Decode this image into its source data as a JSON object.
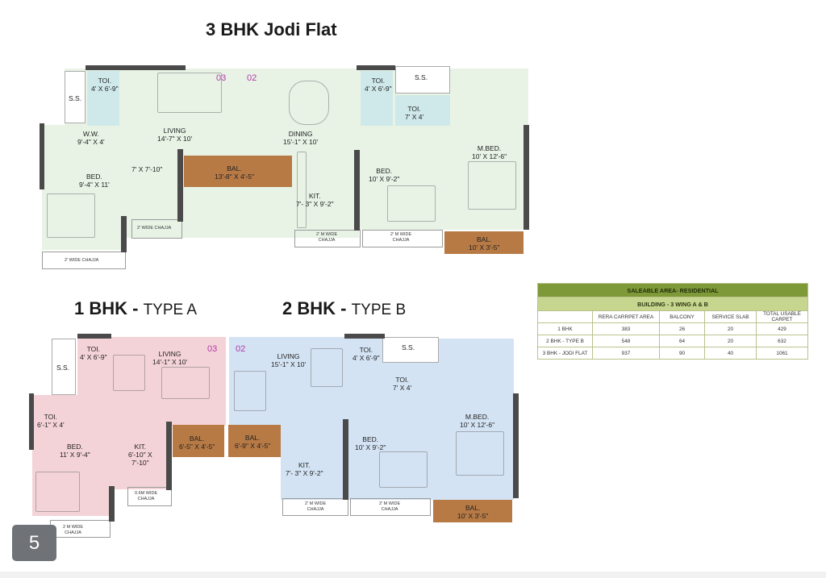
{
  "titles": {
    "jodi": "3 BHK Jodi Flat",
    "one_bhk_main": "1 BHK -",
    "one_bhk_sub": "TYPE A",
    "two_bhk_main": "2 BHK -",
    "two_bhk_sub": "TYPE B"
  },
  "jodi_plan": {
    "unit_03": "03",
    "unit_02": "02",
    "rooms": {
      "toi1": {
        "name": "TOI.",
        "dim": "4' X 6'-9\""
      },
      "ss1": {
        "name": "S.S."
      },
      "ww": {
        "name": "W.W.",
        "dim": "9'-4\" X 4'"
      },
      "living": {
        "name": "LIVING",
        "dim": "14'-7\" X 10'"
      },
      "passage": {
        "dim": "7' X 7'-10\""
      },
      "bed1": {
        "name": "BED.",
        "dim": "9'-4\" X 11'"
      },
      "bal1": {
        "name": "BAL.",
        "dim": "13'-8\" X 4'-5\""
      },
      "dining": {
        "name": "DINING",
        "dim": "15'-1\" X 10'"
      },
      "kit": {
        "name": "KIT.",
        "dim": "7'- 3\" X 9'-2\""
      },
      "toi2": {
        "name": "TOI.",
        "dim": "4' X 6'-9\""
      },
      "ss2": {
        "name": "S.S."
      },
      "toi3": {
        "name": "TOI.",
        "dim": "7' X 4'"
      },
      "bed2": {
        "name": "BED.",
        "dim": "10' X 9'-2\""
      },
      "mbed": {
        "name": "M.BED.",
        "dim": "10' X 12'-6\""
      },
      "bal2": {
        "name": "BAL.",
        "dim": "10' X 3'-5\""
      }
    },
    "chajja": {
      "c1": "2' WIDE CHAJJA",
      "c2": "2' WIDE CHAJJA",
      "c3": "2' M WIDE\nCHAJJA",
      "c4": "2' M WIDE\nCHAJJA"
    }
  },
  "one_bhk_plan": {
    "unit": "03",
    "rooms": {
      "toi1": {
        "name": "TOI.",
        "dim": "4' X 6'-9\""
      },
      "ss": {
        "name": "S.S."
      },
      "living": {
        "name": "LIVING",
        "dim": "14'-1\" X 10'"
      },
      "toi2": {
        "name": "TOI.",
        "dim": "6'-1\" X 4'"
      },
      "bed": {
        "name": "BED.",
        "dim": "11' X 9'-4\""
      },
      "kit": {
        "name": "KIT.",
        "dim1": "6'-10\" X",
        "dim2": "7'-10\""
      },
      "bal": {
        "name": "BAL.",
        "dim": "6'-5\" X 4'-5\""
      }
    },
    "chajja": {
      "c1": "0.6M WIDE\nCHAJJA",
      "c2": "2 M WIDE\nCHAJJA"
    }
  },
  "two_bhk_plan": {
    "unit": "02",
    "rooms": {
      "living": {
        "name": "LIVING",
        "dim": "15'-1\" X 10'"
      },
      "bal": {
        "name": "BAL.",
        "dim": "6'-9\" X 4'-5\""
      },
      "toi1": {
        "name": "TOI.",
        "dim": "4' X 6'-9\""
      },
      "ss": {
        "name": "S.S."
      },
      "toi2": {
        "name": "TOI.",
        "dim": "7' X 4'"
      },
      "mbed": {
        "name": "M.BED.",
        "dim": "10' X 12'-6\""
      },
      "bed": {
        "name": "BED.",
        "dim": "10' X 9'-2\""
      },
      "kit": {
        "name": "KIT.",
        "dim": "7'- 3\" X 9'-2\""
      },
      "bal2": {
        "name": "BAL.",
        "dim": "10' X 3'-5\""
      }
    },
    "chajja": {
      "c1": "2' M WIDE\nCHAJJA",
      "c2": "2' M WIDE\nCHAJJA"
    }
  },
  "area_table": {
    "title": "SALEABLE AREA- RESIDENTIAL",
    "subtitle": "BUILDING - 3 WING A & B",
    "headers": [
      "",
      "RERA CARRPET AREA",
      "BALCONY",
      "SERVICE SLAB",
      "TOTAL USABLE CARPET"
    ],
    "rows": [
      [
        "1 BHK",
        "383",
        "26",
        "20",
        "429"
      ],
      [
        "2 BHK - TYPE B",
        "548",
        "64",
        "20",
        "632"
      ],
      [
        "3 BHK - JODI FLAT",
        "937",
        "90",
        "40",
        "1061"
      ]
    ]
  },
  "page_number": "5",
  "colors": {
    "green_fill": "#e8f3e6",
    "pink_fill": "#f4d3d8",
    "blue_fill": "#d4e3f4",
    "balcony": "#b77a45",
    "wet_area": "#cfe9ea",
    "table_head": "#7e9a38",
    "table_sub": "#c7d68f"
  }
}
